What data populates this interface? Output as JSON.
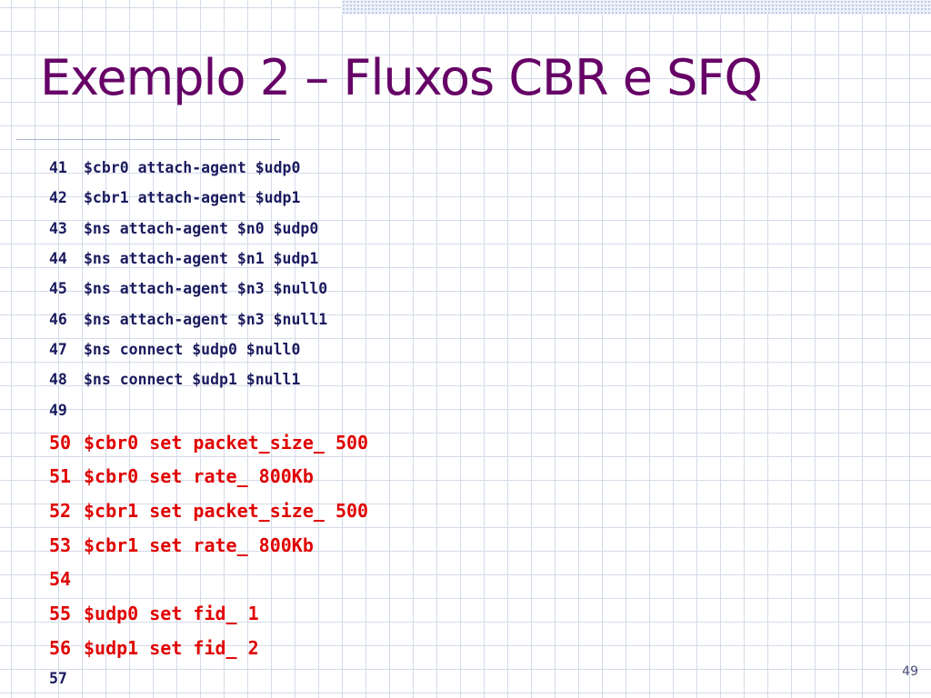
{
  "slide": {
    "title": "Exemplo 2 – Fluxos CBR e SFQ",
    "page_number": "49"
  },
  "code_lines": [
    {
      "num": "41",
      "text": "$cbr0 attach-agent $udp0",
      "highlight": false
    },
    {
      "num": "42",
      "text": "$cbr1 attach-agent $udp1",
      "highlight": false
    },
    {
      "num": "43",
      "text": "$ns attach-agent $n0 $udp0",
      "highlight": false
    },
    {
      "num": "44",
      "text": "$ns attach-agent $n1 $udp1",
      "highlight": false
    },
    {
      "num": "45",
      "text": "$ns attach-agent $n3 $null0",
      "highlight": false
    },
    {
      "num": "46",
      "text": "$ns attach-agent $n3 $null1",
      "highlight": false
    },
    {
      "num": "47",
      "text": "$ns connect $udp0 $null0",
      "highlight": false
    },
    {
      "num": "48",
      "text": "$ns connect $udp1 $null1",
      "highlight": false
    },
    {
      "num": "49",
      "text": "",
      "highlight": false
    },
    {
      "num": "50",
      "text": "$cbr0 set packet_size_ 500",
      "highlight": true
    },
    {
      "num": "51",
      "text": "$cbr0 set rate_ 800Kb",
      "highlight": true
    },
    {
      "num": "52",
      "text": "$cbr1 set packet_size_ 500",
      "highlight": true
    },
    {
      "num": "53",
      "text": "$cbr1 set rate_ 800Kb",
      "highlight": true
    },
    {
      "num": "54",
      "text": "",
      "highlight": true
    },
    {
      "num": "55",
      "text": "$udp0 set fid_ 1",
      "highlight": true
    },
    {
      "num": "56",
      "text": "$udp1 set fid_ 2",
      "highlight": true
    },
    {
      "num": "57",
      "text": "",
      "highlight": false
    }
  ],
  "colors": {
    "title": "#660066",
    "code_plain": "#1a1a5e",
    "code_highlight": "#e00000"
  }
}
